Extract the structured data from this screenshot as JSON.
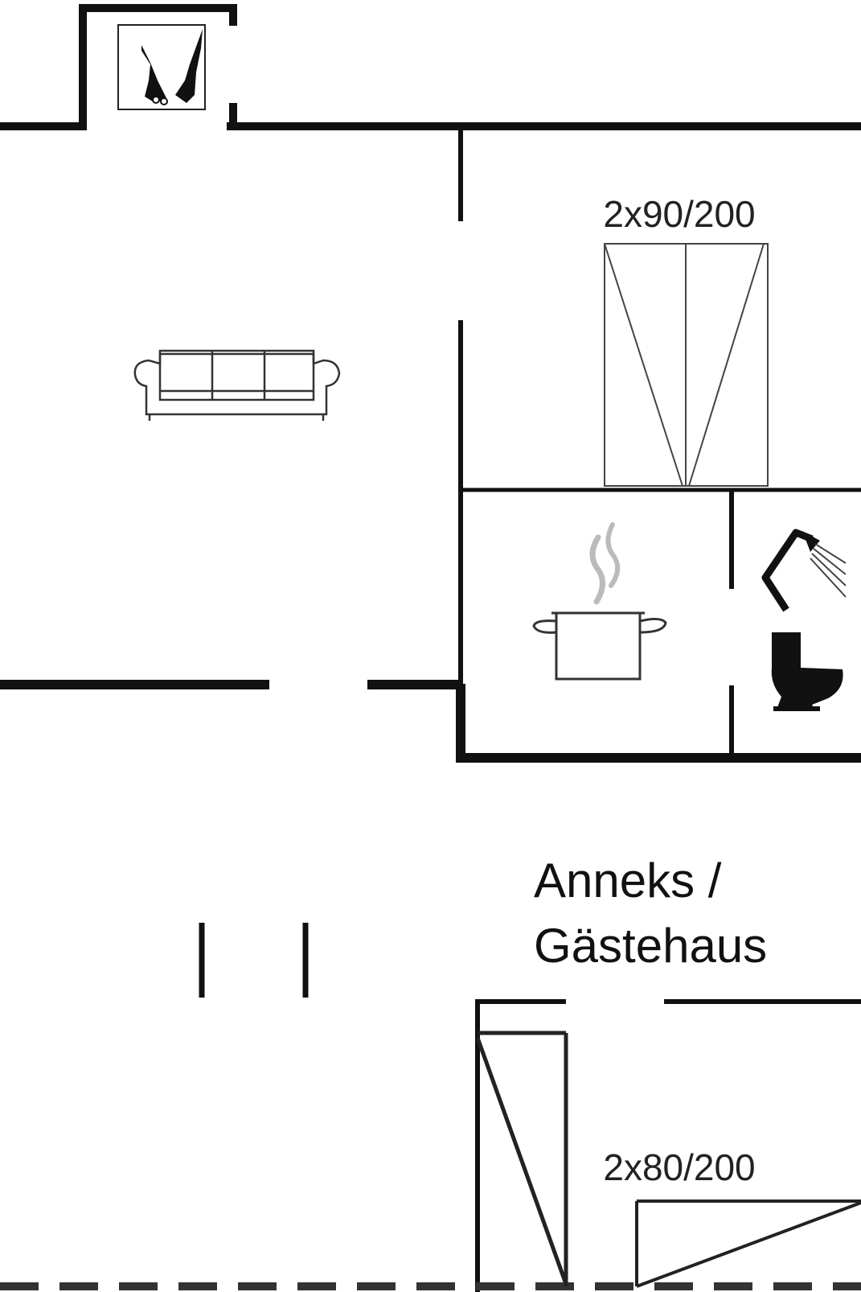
{
  "plan": {
    "labels": {
      "bed_main": "2x90/200",
      "annex_line1": "Anneks /",
      "annex_line2": "Gästehaus",
      "bed_annex": "2x80/200"
    },
    "icons": [
      "fireplace-icon",
      "sofa-icon",
      "bed-icon",
      "cooking-pot-icon",
      "shower-icon",
      "toilet-icon",
      "door-icon"
    ],
    "colors": {
      "wall": "#111111",
      "line": "#333333",
      "steam": "#bbbbbb",
      "background": "#ffffff"
    }
  }
}
